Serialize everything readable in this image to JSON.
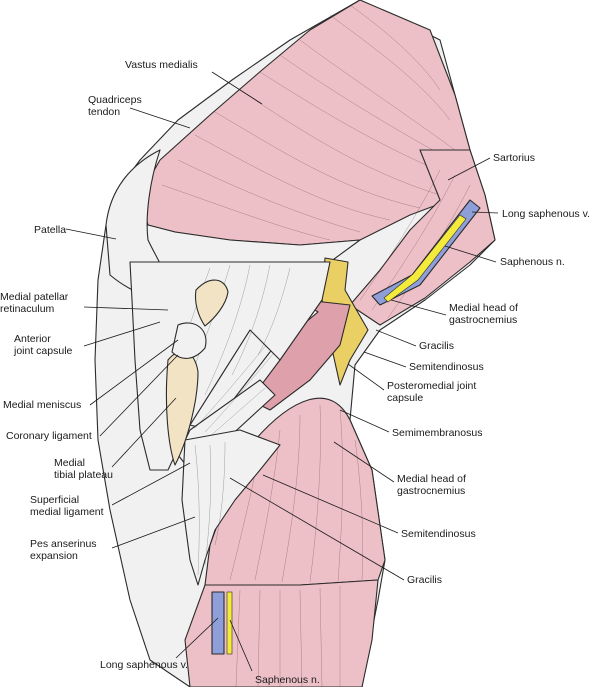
{
  "colors": {
    "muscle": "#ecc0c6",
    "muscle_dark": "#dea0aa",
    "tendon": "#f1f1f1",
    "fat": "#e9cf64",
    "bone": "#f2e3c4",
    "vein": "#8e9ed9",
    "nerve": "#f3ea3c",
    "outline": "#2b2b2b"
  },
  "labels": {
    "vastus_medialis": [
      "Vastus medialis"
    ],
    "quadriceps_tendon": [
      "Quadriceps",
      "tendon"
    ],
    "sartorius": [
      "Sartorius"
    ],
    "patella": [
      "Patella"
    ],
    "long_saphenous_v_top": [
      "Long saphenous v."
    ],
    "saphenous_n_top": [
      "Saphenous n."
    ],
    "medial_patellar_retinaculum": [
      "Medial patellar",
      "retinaculum"
    ],
    "medial_head_gastrocnemius_top": [
      "Medial head of",
      "gastrocnemius"
    ],
    "anterior_joint_capsule": [
      "Anterior",
      "joint capsule"
    ],
    "gracilis_top": [
      "Gracilis"
    ],
    "semitendinosus_top": [
      "Semitendinosus"
    ],
    "medial_meniscus": [
      "Medial meniscus"
    ],
    "posteromedial_joint_capsule": [
      "Posteromedial joint",
      "capsule"
    ],
    "coronary_ligament": [
      "Coronary ligament"
    ],
    "semimembranosus": [
      "Semimembranosus"
    ],
    "medial_tibial_plateau": [
      "Medial",
      "tibial plateau"
    ],
    "medial_head_gastrocnemius_bottom": [
      "Medial head of",
      "gastrocnemius"
    ],
    "superficial_medial_ligament": [
      "Superficial",
      "medial ligament"
    ],
    "semitendinosus_bottom": [
      "Semitendinosus"
    ],
    "pes_anserinus_expansion": [
      "Pes anserinus",
      "expansion"
    ],
    "gracilis_bottom": [
      "Gracilis"
    ],
    "long_saphenous_v_bottom": [
      "Long saphenous v."
    ],
    "saphenous_n_bottom": [
      "Saphenous n."
    ]
  }
}
